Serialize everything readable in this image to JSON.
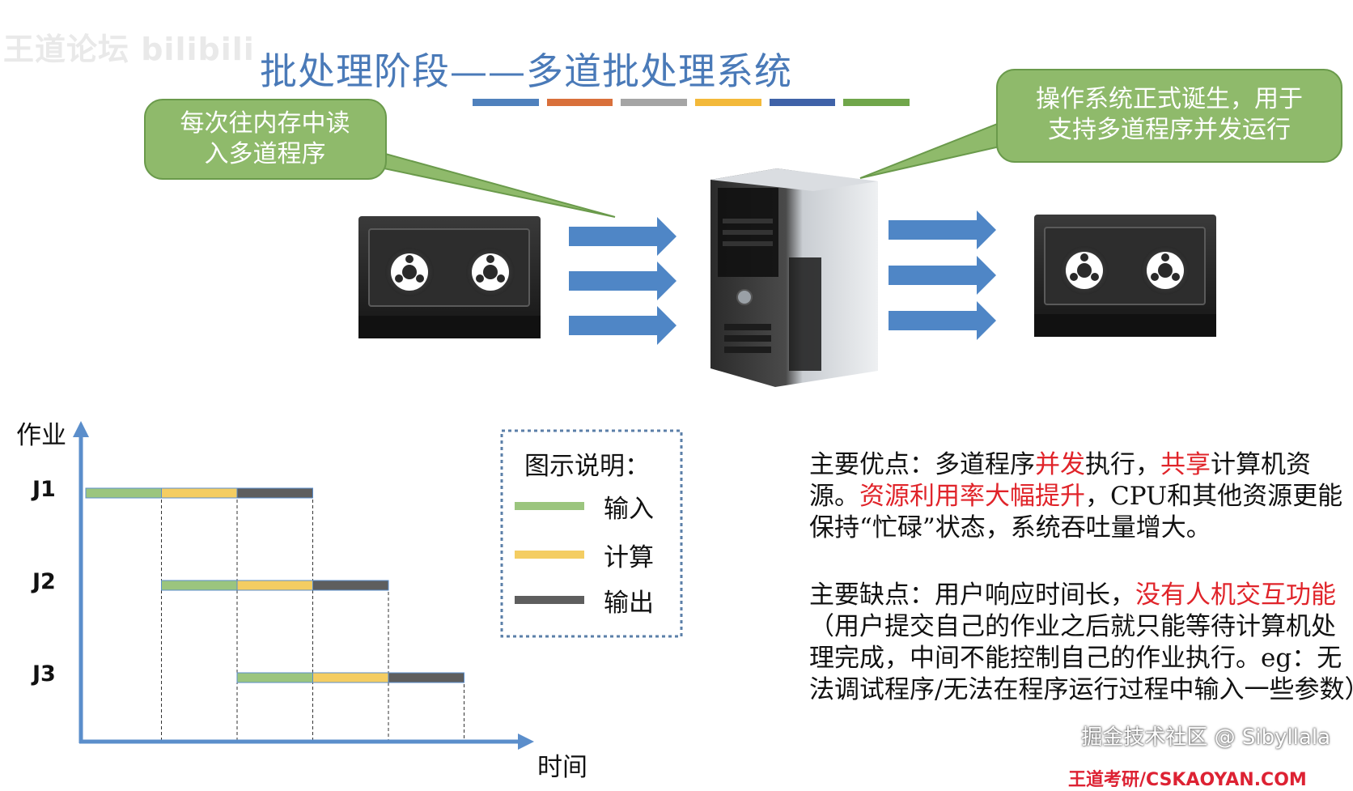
{
  "watermark": {
    "text": "王道论坛 bilibili"
  },
  "title": "批处理阶段——多道批处理系统",
  "title_bar_colors": [
    "#4f81bd",
    "#d9703b",
    "#a5a5a5",
    "#f3b93a",
    "#3f62a8",
    "#70a64a"
  ],
  "callouts": {
    "left": {
      "line1": "每次往内存中读",
      "line2": "入多道程序"
    },
    "right": {
      "line1": "操作系统正式诞生，用于",
      "line2": "支持多道程序并发运行"
    }
  },
  "colors": {
    "callout_fill": "#8fba6b",
    "callout_stroke": "#6a9a4b",
    "arrow_fill": "#4f86c6",
    "axis": "#5b8ecb",
    "input": "#9bc57e",
    "compute": "#f4cd62",
    "output": "#5e5e5e",
    "accent_red": "#e0242a"
  },
  "icons": {
    "left_device": "tape-drive-icon",
    "computer": "computer-tower-icon",
    "right_device": "tape-drive-icon"
  },
  "legend": {
    "title": "图示说明：",
    "items": [
      {
        "label": "输入",
        "color": "#9bc57e"
      },
      {
        "label": "计算",
        "color": "#f4cd62"
      },
      {
        "label": "输出",
        "color": "#5e5e5e"
      }
    ]
  },
  "chart_data": {
    "type": "gantt",
    "ylabel": "作业",
    "xlabel": "时间",
    "jobs": [
      {
        "name": "J1",
        "segments": [
          {
            "phase": "输入",
            "start": 0,
            "end": 1
          },
          {
            "phase": "计算",
            "start": 1,
            "end": 2
          },
          {
            "phase": "输出",
            "start": 2,
            "end": 3
          }
        ]
      },
      {
        "name": "J2",
        "segments": [
          {
            "phase": "输入",
            "start": 1,
            "end": 2
          },
          {
            "phase": "计算",
            "start": 2,
            "end": 3
          },
          {
            "phase": "输出",
            "start": 3,
            "end": 4
          }
        ]
      },
      {
        "name": "J3",
        "segments": [
          {
            "phase": "输入",
            "start": 2,
            "end": 3
          },
          {
            "phase": "计算",
            "start": 3,
            "end": 4
          },
          {
            "phase": "输出",
            "start": 4,
            "end": 5
          }
        ]
      }
    ],
    "time_marks": [
      1,
      2,
      3,
      4,
      5
    ]
  },
  "notes": {
    "advantages": {
      "label": "主要优点：",
      "p1": "多道程序",
      "r1": "并发",
      "p2": "执行，",
      "r2": "共享",
      "p3": "计算机资源。",
      "r3": "资源利用率大幅提升",
      "p4": "，CPU和其他资源更能保持“忙碌”状态，系统吞吐量增大。"
    },
    "disadvantages": {
      "label": "主要缺点：",
      "p1": "用户响应时间长，",
      "r1": "没有人机交互功能",
      "p2": "（用户提交自己的作业之后就只能等待计算机处理完成，中间不能控制自己的作业执行。eg：无法调试程序/无法在程序运行过程中输入一些参数）"
    }
  },
  "footer": {
    "watermark": "掘金技术社区 @ Sibyllala",
    "red_text": "王道考研/CSKAOYAN.COM"
  }
}
